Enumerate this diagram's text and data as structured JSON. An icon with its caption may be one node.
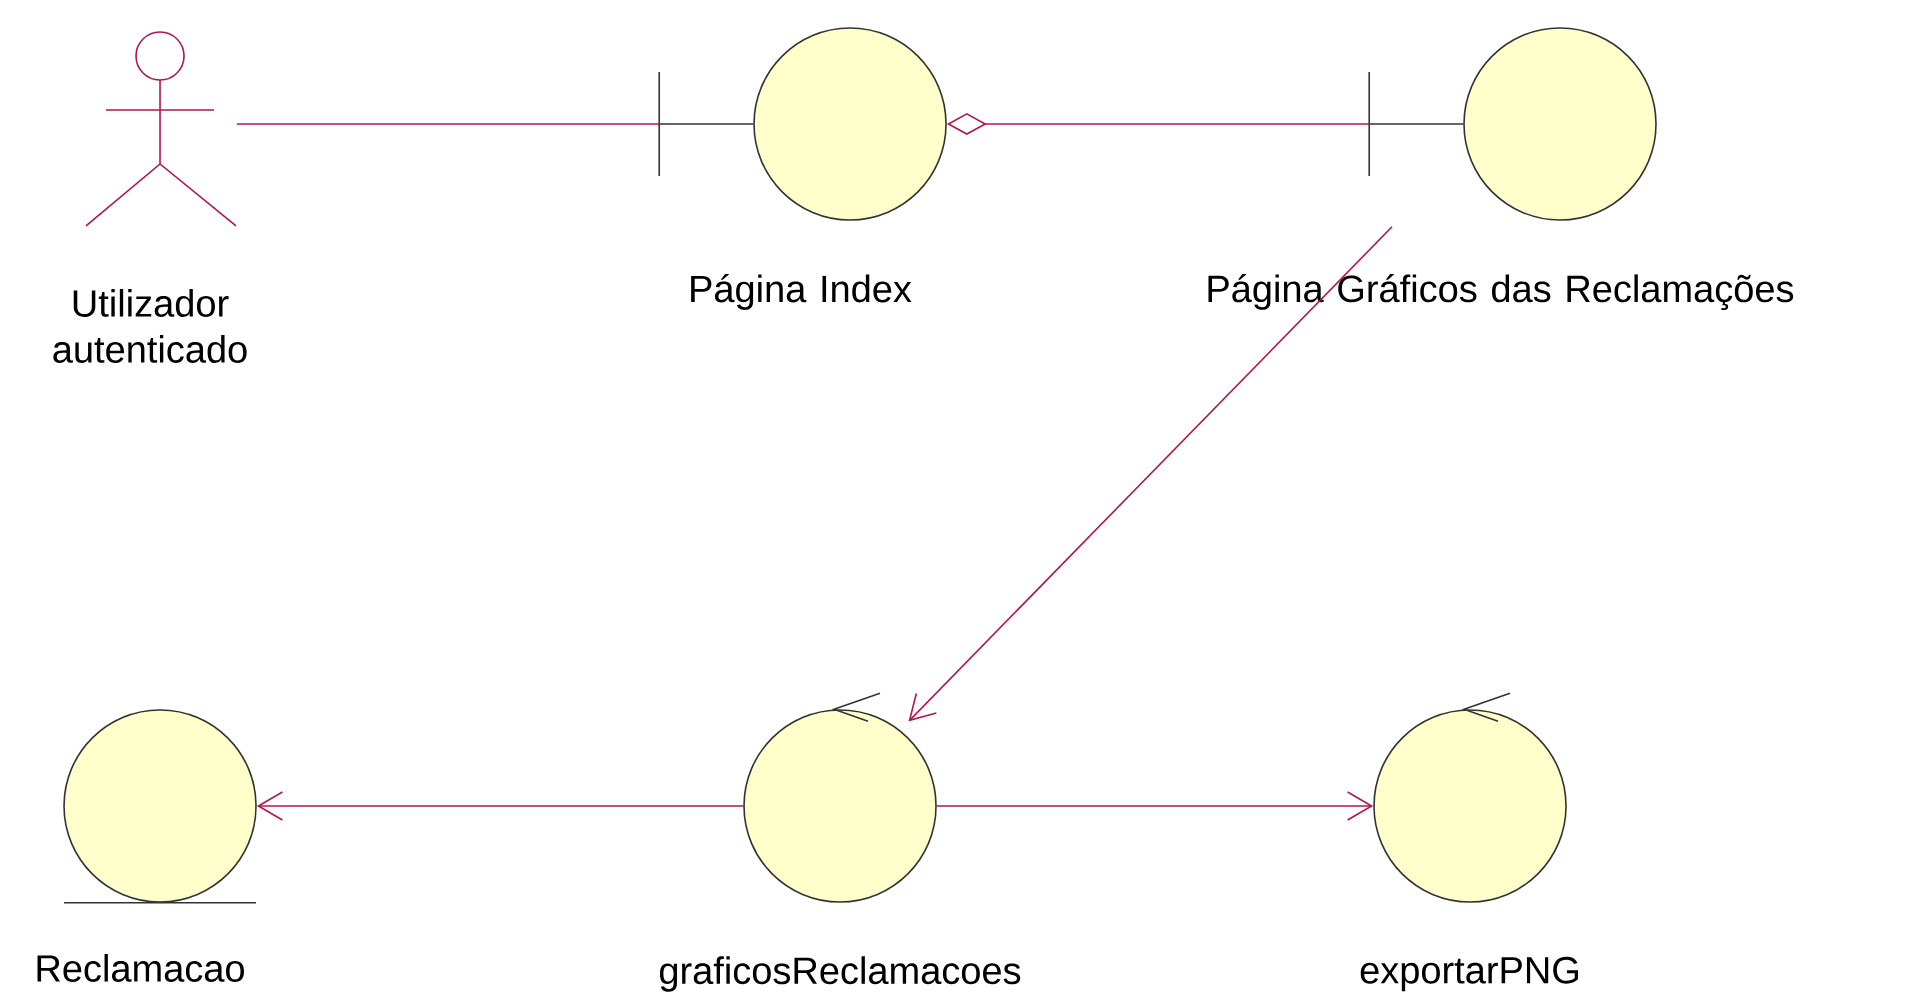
{
  "diagram": {
    "nodes": [
      {
        "text": [
          "Utilizador autenticado"
        ]
      },
      {
        "text": [
          "Página Index"
        ]
      },
      {
        "text": [
          "Página Gráficos das Reclamações"
        ]
      },
      {
        "text": [
          "Reclamacao"
        ]
      },
      {
        "text": [
          "graficosReclamacoes"
        ]
      },
      {
        "text": [
          "exportarPNG"
        ]
      }
    ],
    "edges": [
      {
        "from": 0,
        "to": 1,
        "arrow": "none"
      },
      {
        "from": 1,
        "to": 2,
        "arrow": "other"
      },
      {
        "from": 2,
        "to": 4,
        "arrow": "to"
      },
      {
        "from": 4,
        "to": 3,
        "arrow": "to"
      },
      {
        "from": 4,
        "to": 5,
        "arrow": "to"
      }
    ]
  }
}
